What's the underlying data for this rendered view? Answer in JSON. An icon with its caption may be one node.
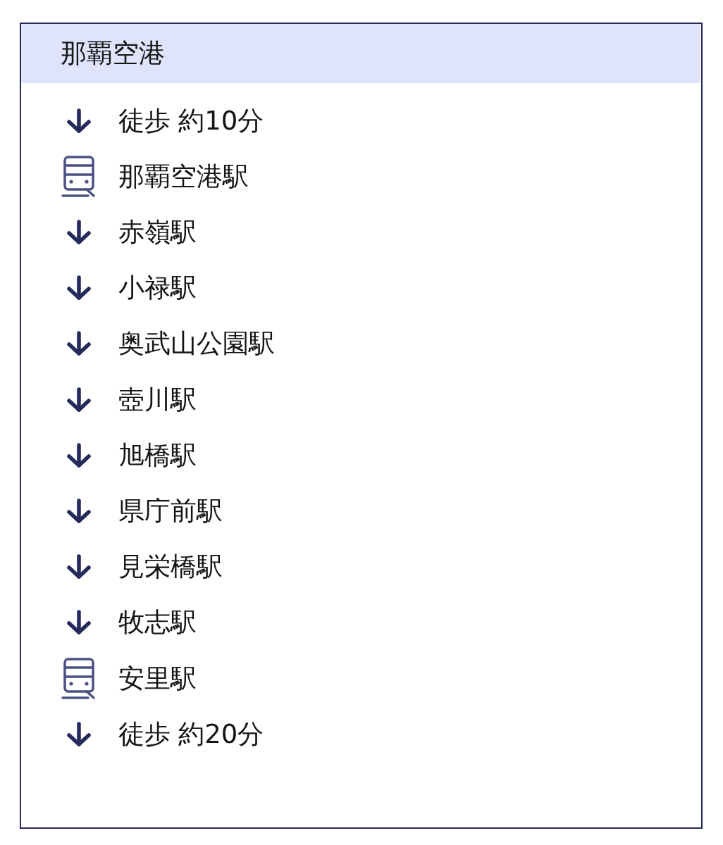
{
  "diagram": {
    "nodes": [
      {
        "text": [],
        "shape": "box"
      },
      {
        "text": [
          "那覇空港"
        ],
        "in": 0
      }
    ],
    "labels": [
      "徒歩 約10分",
      "那覇空港駅",
      "赤嶺駅",
      "小禄駅",
      "奥武山公園駅",
      "壺川駅",
      "旭橋駅",
      "県庁前駅",
      "見栄橋駅",
      "牧志駅",
      "安里駅",
      "徒歩 約20分"
    ]
  }
}
